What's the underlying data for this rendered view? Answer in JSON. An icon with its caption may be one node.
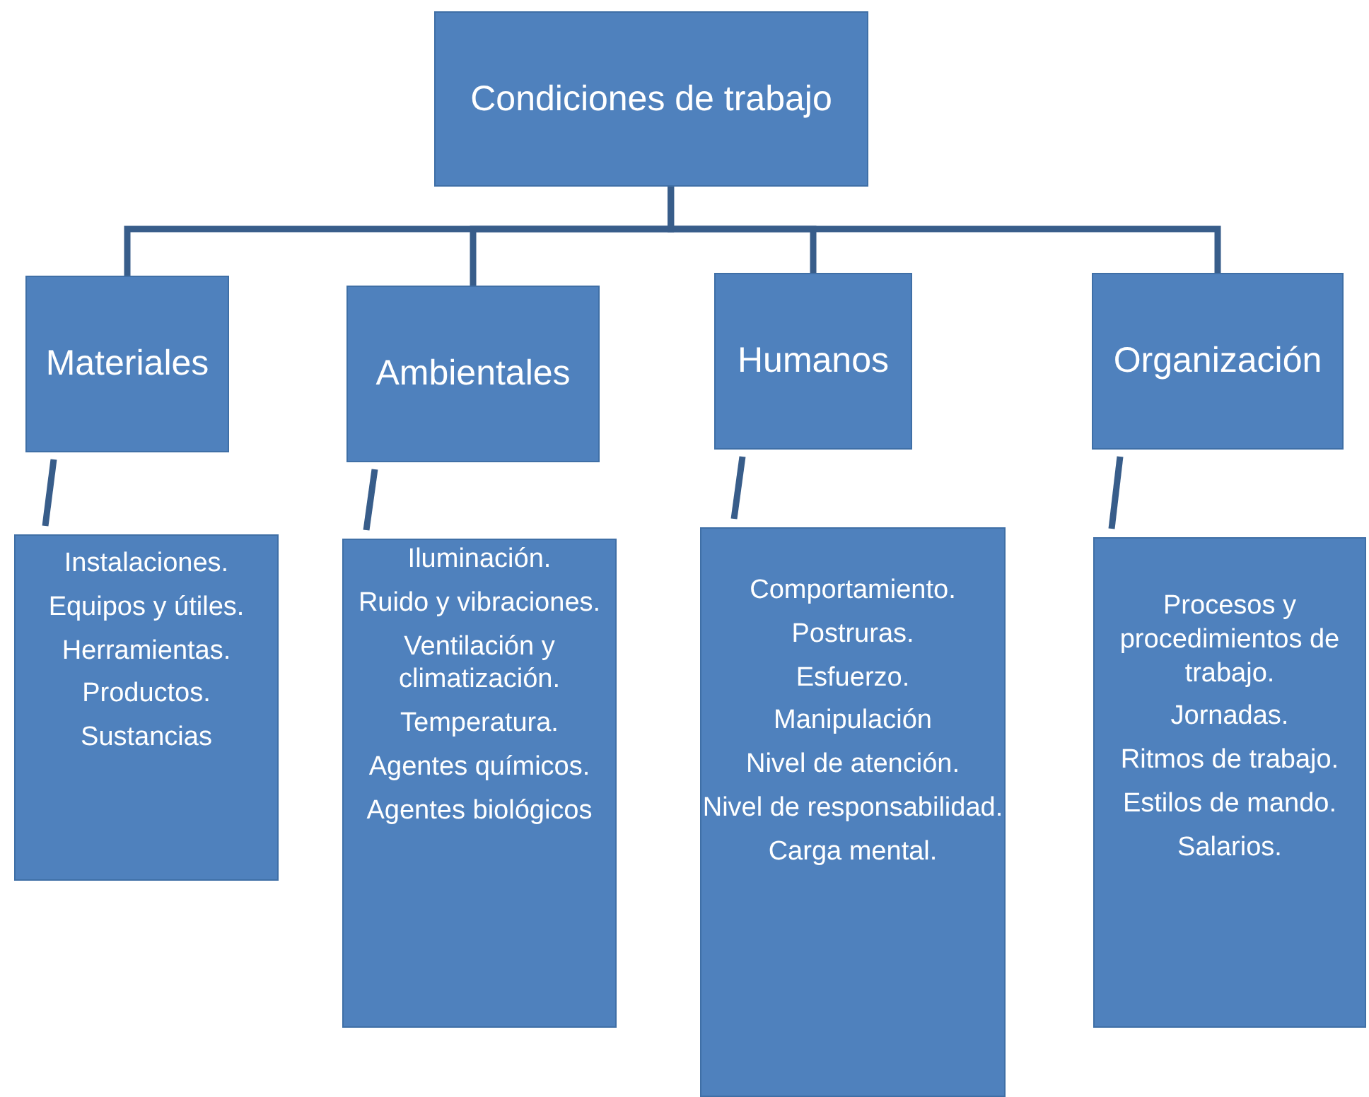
{
  "diagram": {
    "nodes": [
      {
        "text": [
          "Condiciones de trabajo"
        ]
      },
      {
        "text": [
          "Materiales"
        ]
      },
      {
        "text": [
          "Ambientales"
        ]
      },
      {
        "text": [
          "Humanos"
        ]
      },
      {
        "text": [
          "Organización"
        ]
      },
      {
        "text": [
          "Instalaciones.",
          "Equipos y útiles.",
          "Herramientas.",
          "Productos.",
          "Sustancias"
        ]
      },
      {
        "text": [
          "Iluminación.",
          "Ruido y vibraciones.",
          "Ventilación y climatización.",
          "Temperatura.",
          "Agentes químicos.",
          "Agentes biológicos"
        ]
      },
      {
        "text": [
          "Comportamiento.",
          "Postruras.",
          "Esfuerzo.",
          "Manipulación",
          "Nivel de atención.",
          "Nivel de responsabilidad.",
          "Carga mental."
        ]
      },
      {
        "text": [
          "Procesos y procedimientos de trabajo.",
          "Jornadas.",
          "Ritmos de trabajo.",
          "Estilos de mando.",
          "Salarios."
        ]
      }
    ],
    "edges": [
      {
        "from": 0,
        "to": 1,
        "arrow": "none"
      },
      {
        "from": 0,
        "to": 2,
        "arrow": "none"
      },
      {
        "from": 0,
        "to": 3,
        "arrow": "none"
      },
      {
        "from": 0,
        "to": 4,
        "arrow": "none"
      },
      {
        "from": 1,
        "to": 5,
        "arrow": "none"
      },
      {
        "from": 2,
        "to": 6,
        "arrow": "none"
      },
      {
        "from": 3,
        "to": 7,
        "arrow": "none"
      },
      {
        "from": 4,
        "to": 8,
        "arrow": "none"
      }
    ]
  }
}
